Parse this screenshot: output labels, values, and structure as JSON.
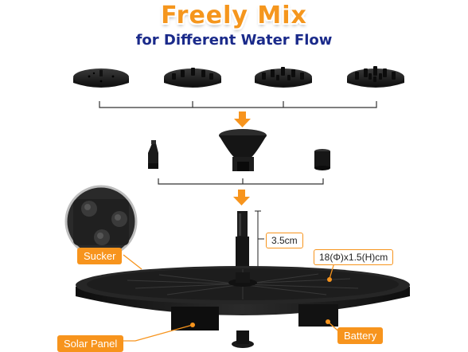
{
  "heading": {
    "title": "Freely Mix",
    "subtitle": "for Different Water Flow"
  },
  "labels": {
    "sucker": "Sucker",
    "solar_panel": "Solar Panel",
    "battery": "Battery",
    "height": "3.5cm",
    "size": "18(Φ)x1.5(H)cm"
  },
  "colors": {
    "accent": "#f7941d",
    "title": "#f5961d",
    "subtitle": "#1a2a8a",
    "product": "#1c1c1c"
  }
}
